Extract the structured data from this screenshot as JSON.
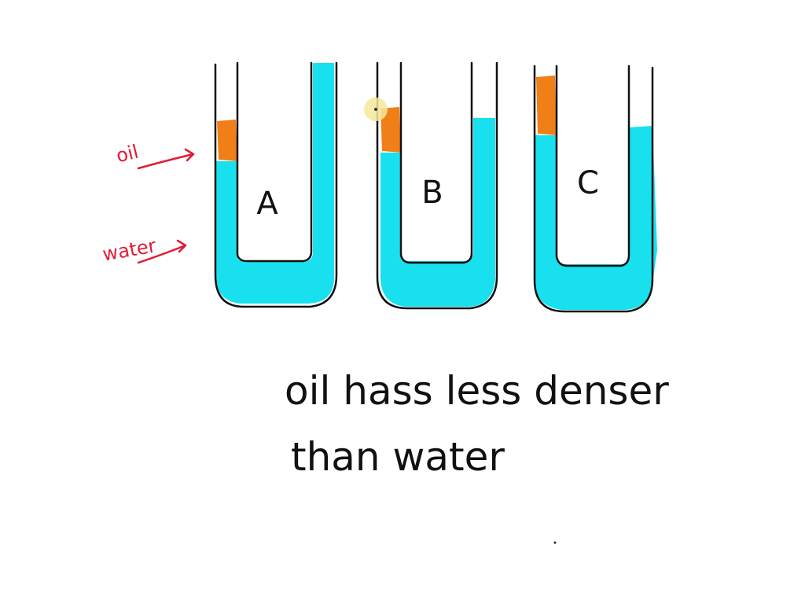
{
  "colors": {
    "water": "#19e0ee",
    "oil": "#f07f17",
    "ink": "#111111",
    "annotation": "#e21b35",
    "cursor": "#f6e89b"
  },
  "labels": {
    "oil": "oil",
    "water": "water"
  },
  "tubes": [
    {
      "label": "A"
    },
    {
      "label": "B"
    },
    {
      "label": "C"
    }
  ],
  "note": {
    "line1": "oil hass less denser",
    "line2": "than water"
  }
}
